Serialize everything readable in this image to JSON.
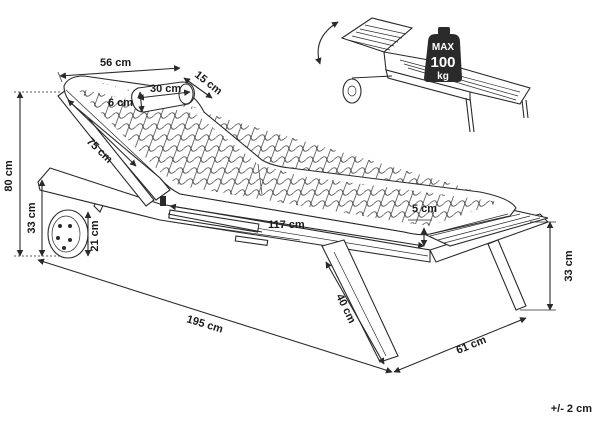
{
  "dimensions": {
    "width_top": "56 cm",
    "pillow_width": "30 cm",
    "pillow_depth": "15 cm",
    "pillow_height": "6 cm",
    "backrest_length": "75 cm",
    "total_height": "80 cm",
    "seat_height_left": "33 cm",
    "wheel_height": "21 cm",
    "seat_length": "117 cm",
    "cushion_thickness": "5 cm",
    "seat_height_right": "33 cm",
    "leg_length": "40 cm",
    "total_length": "195 cm",
    "depth": "61 cm"
  },
  "weight_badge": {
    "max_label": "MAX",
    "value": "100",
    "unit": "kg"
  },
  "tolerance_note": "+/- 2 cm"
}
